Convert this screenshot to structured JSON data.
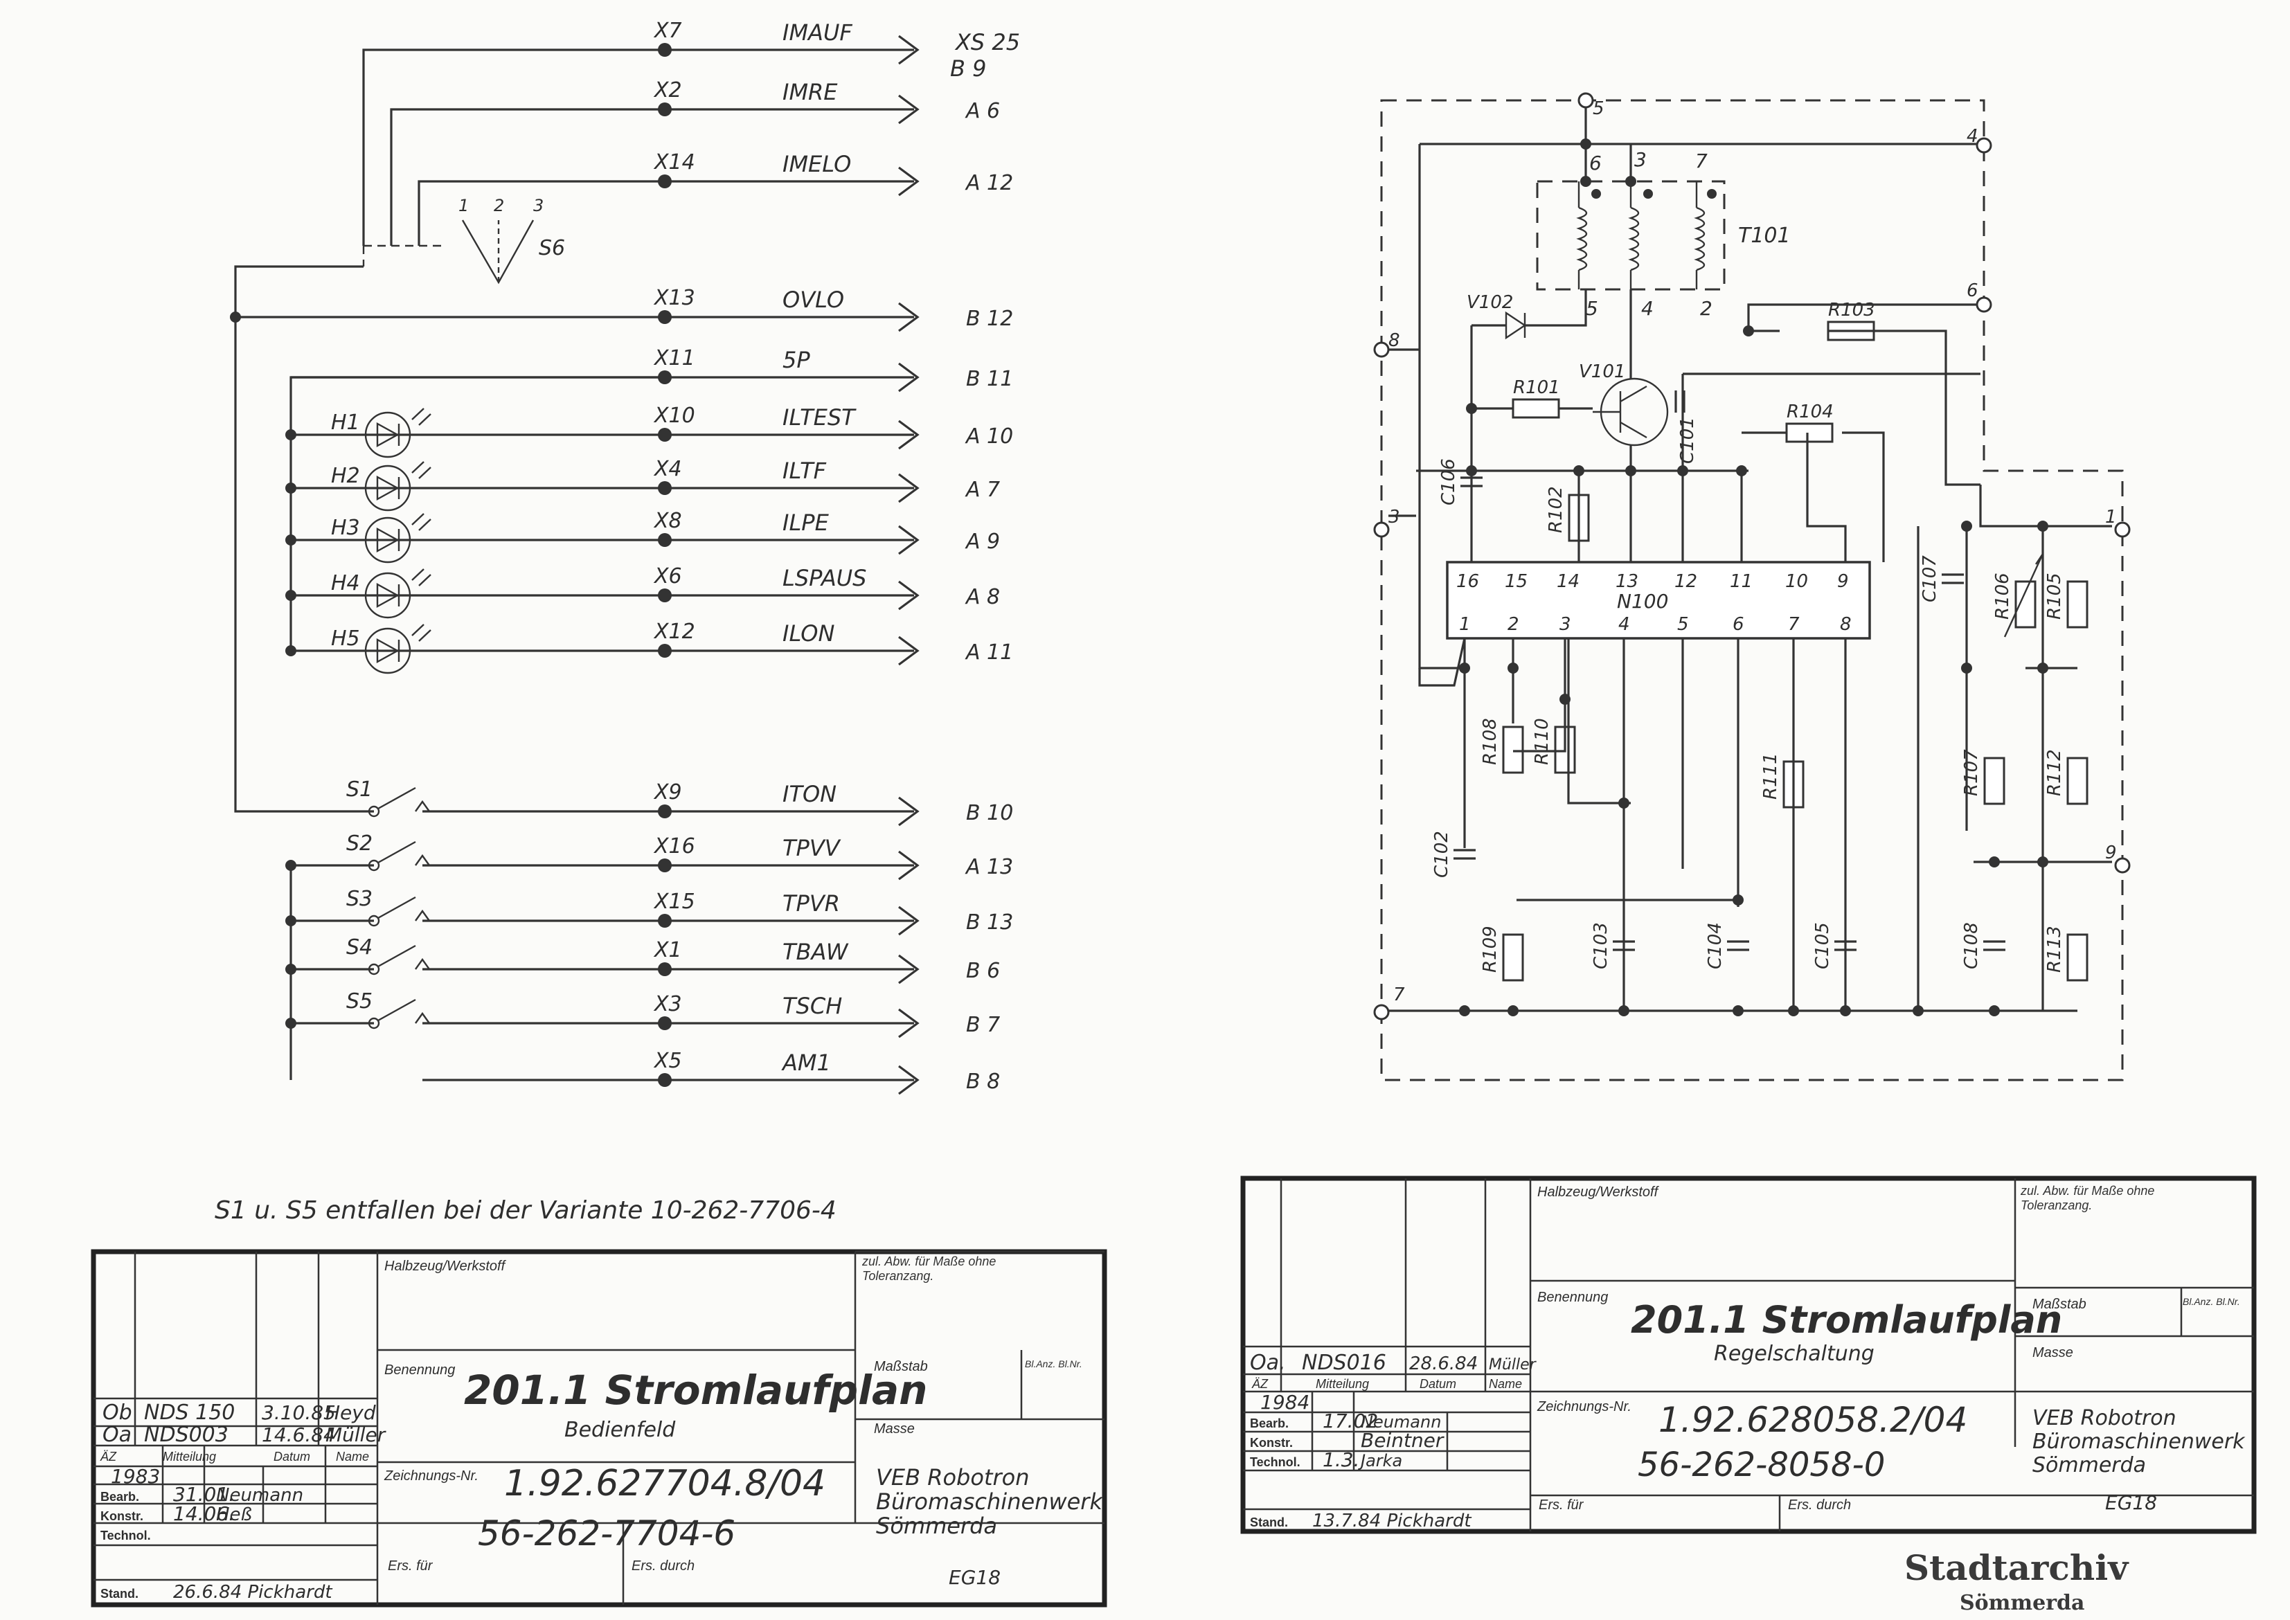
{
  "left_sheet": {
    "connector_header": [
      "XS 25",
      "B 9"
    ],
    "switch_s6": {
      "label": "S6",
      "positions": [
        "1",
        "2",
        "3"
      ]
    },
    "signal_lines": [
      {
        "connector": "X7",
        "signal": "IMAUF",
        "pin": ""
      },
      {
        "connector": "X2",
        "signal": "IMRE",
        "pin": "A 6"
      },
      {
        "connector": "X14",
        "signal": "IMELO",
        "pin": "A 12"
      },
      {
        "connector": "X13",
        "signal": "OVLO",
        "pin": "B 12"
      },
      {
        "connector": "X11",
        "signal": "5P",
        "pin": "B 11"
      },
      {
        "connector": "X10",
        "signal": "ILTEST",
        "pin": "A 10"
      },
      {
        "connector": "X4",
        "signal": "ILTF",
        "pin": "A 7"
      },
      {
        "connector": "X8",
        "signal": "ILPE",
        "pin": "A 9"
      },
      {
        "connector": "X6",
        "signal": "LSPAUS",
        "pin": "A 8"
      },
      {
        "connector": "X12",
        "signal": "ILON",
        "pin": "A 11"
      },
      {
        "connector": "X9",
        "signal": "ITON",
        "pin": "B 10"
      },
      {
        "connector": "X16",
        "signal": "TPVV",
        "pin": "A 13"
      },
      {
        "connector": "X15",
        "signal": "TPVR",
        "pin": "B 13"
      },
      {
        "connector": "X1",
        "signal": "TBAW",
        "pin": "B 6"
      },
      {
        "connector": "X3",
        "signal": "TSCH",
        "pin": "B 7"
      },
      {
        "connector": "X5",
        "signal": "AM1",
        "pin": "B 8"
      }
    ],
    "leds": [
      "H1",
      "H2",
      "H3",
      "H4",
      "H5"
    ],
    "switches": [
      "S1",
      "S2",
      "S3",
      "S4",
      "S5"
    ],
    "note": "S1 u. S5 entfallen bei der Variante 10-262-7706-4",
    "title_block": {
      "halbzeug": "Halbzeug/Werkstoff",
      "abw": "zul. Abw. für Maße ohne Toleranzang.",
      "benennung_label": "Benennung",
      "title": "201.1 Stromlaufplan",
      "subtitle": "Bedienfeld",
      "massstab": "Maßstab",
      "bl": "Bl.Anz. Bl.Nr.",
      "masse": "Masse",
      "zeichnungsnr_label": "Zeichnungs-Nr.",
      "zeichnungsnr": "1.92.627704.8/04",
      "nr2": "56-262-7704-6",
      "company": [
        "VEB Robotron",
        "Büromaschinenwerk",
        "Sömmerda"
      ],
      "ers_fuer": "Ers. für",
      "ers_durch": "Ers. durch",
      "code": "EG18",
      "rev_rows": [
        {
          "az": "Ob",
          "mitteilung": "NDS 150",
          "datum": "3.10.85",
          "name": "Heyd"
        },
        {
          "az": "Oa",
          "mitteilung": "NDS003",
          "datum": "14.6.84",
          "name": "Müller"
        }
      ],
      "rev_headers": [
        "ÄZ",
        "Mitteilung",
        "Datum",
        "Name"
      ],
      "year": "1983",
      "rows": [
        {
          "role": "Bearb.",
          "datum": "31.01.",
          "name": "Neumann"
        },
        {
          "role": "Konstr.",
          "datum": "14.06.",
          "name": "Heß"
        },
        {
          "role": "Technol.",
          "datum": "",
          "name": ""
        }
      ],
      "stand": {
        "label": "Stand.",
        "value": "26.6.84 Pickhardt"
      }
    }
  },
  "right_sheet": {
    "terminals": [
      "1",
      "3",
      "4",
      "5",
      "6",
      "7",
      "8",
      "9"
    ],
    "components": {
      "ic": "N100",
      "ic_pins_top": [
        "16",
        "15",
        "14",
        "13",
        "12",
        "11",
        "10",
        "9"
      ],
      "ic_pins_bottom": [
        "1",
        "2",
        "3",
        "4",
        "5",
        "6",
        "7",
        "8"
      ],
      "transformer": "T101",
      "transformer_pins": [
        "6",
        "3",
        "7",
        "5",
        "4",
        "2"
      ],
      "transistor": "V101",
      "diode": "V102",
      "resistors": [
        "R101",
        "R102",
        "R103",
        "R104",
        "R105",
        "R106",
        "R107",
        "R108",
        "R109",
        "R110",
        "R111",
        "R112",
        "R113"
      ],
      "capacitors": [
        "C101",
        "C102",
        "C103",
        "C104",
        "C105",
        "C106",
        "C107",
        "C108"
      ]
    },
    "title_block": {
      "halbzeug": "Halbzeug/Werkstoff",
      "abw": "zul. Abw. für Maße ohne Toleranzang.",
      "benennung_label": "Benennung",
      "title": "201.1 Stromlaufplan",
      "subtitle": "Regelschaltung",
      "massstab": "Maßstab",
      "bl": "Bl.Anz. Bl.Nr.",
      "masse": "Masse",
      "zeichnungsnr_label": "Zeichnungs-Nr.",
      "zeichnungsnr": "1.92.628058.2/04",
      "nr2": "56-262-8058-0",
      "company": [
        "VEB Robotron",
        "Büromaschinenwerk",
        "Sömmerda"
      ],
      "ers_fuer": "Ers. für",
      "ers_durch": "Ers. durch",
      "code": "EG18",
      "rev_rows": [
        {
          "az": "Oa.",
          "mitteilung": "NDS016",
          "datum": "28.6.84",
          "name": "Müller"
        }
      ],
      "rev_headers": [
        "ÄZ",
        "Mitteilung",
        "Datum",
        "Name"
      ],
      "year": "1984",
      "rows": [
        {
          "role": "Bearb.",
          "datum": "17.02",
          "name": "Neumann"
        },
        {
          "role": "Konstr.",
          "datum": "",
          "name": "Beintner"
        },
        {
          "role": "Technol.",
          "datum": "1.3.",
          "name": "Jarka"
        }
      ],
      "stand": {
        "label": "Stand.",
        "value": "13.7.84 Pickhardt"
      }
    },
    "stamp": [
      "Stadtarchiv",
      "Sömmerda"
    ]
  }
}
